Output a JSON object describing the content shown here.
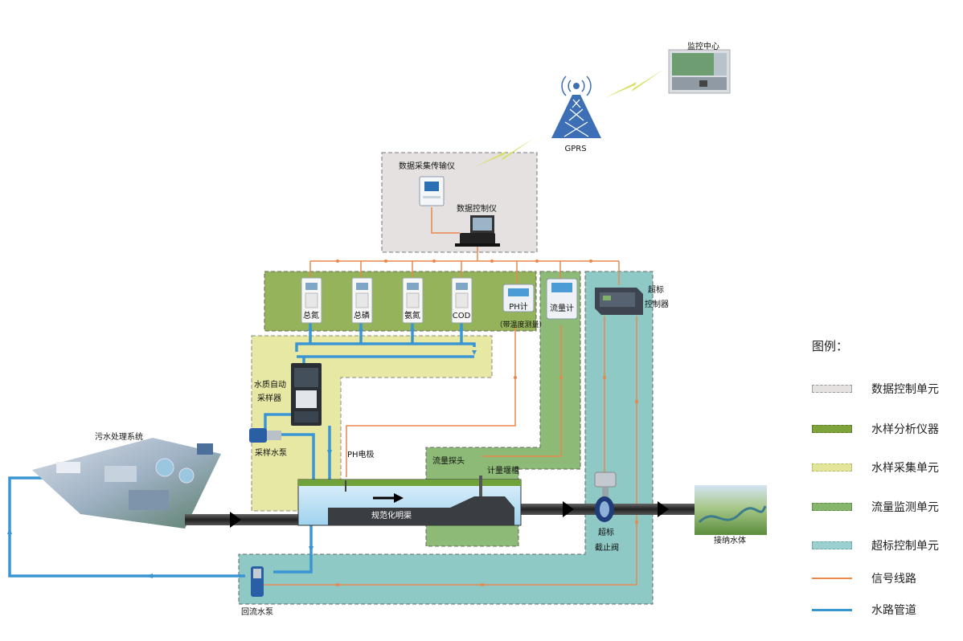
{
  "labels": {
    "monitor_center": "监控中心",
    "gprs": "GPRS",
    "data_transmitter": "数据采集传输仪",
    "data_controller": "数据控制仪",
    "tn": "总氮",
    "tp": "总磷",
    "nh3n": "氨氮",
    "cod": "COD",
    "ph_meter": "PH计",
    "ph_meter_note": "（带温度测量）",
    "flow_meter": "流量计",
    "overlimit_controller_1": "超标",
    "overlimit_controller_2": "控制器",
    "sampler_1": "水质自动",
    "sampler_2": "采样器",
    "sampling_pump": "采样水泵",
    "sewage_system": "污水处理系统",
    "ph_electrode": "PH电极",
    "flow_probe": "流量探头",
    "weir": "计量堰槽",
    "channel": "规范化明渠",
    "valve_1": "超标",
    "valve_2": "截止阀",
    "receiving_water": "接纳水体",
    "return_pump": "回流水泵"
  },
  "legend": {
    "title": "图例：",
    "items": [
      {
        "label": "数据控制单元",
        "color": "#e6e1e1"
      },
      {
        "label": "水样分析仪器",
        "color": "#7ea33a"
      },
      {
        "label": "水样采集单元",
        "color": "#e3e59b"
      },
      {
        "label": "流量监测单元",
        "color": "#86b56c"
      },
      {
        "label": "超标控制单元",
        "color": "#9ccfcf"
      },
      {
        "label": "信号线路",
        "color": "#e8884b"
      },
      {
        "label": "水路管道",
        "color": "#3a95d3"
      }
    ]
  },
  "colors": {
    "signal": "#e8884b",
    "water": "#3a95d3",
    "data_unit": "#e6e1e1",
    "analyzer_unit": "#94b35a",
    "sampling_unit": "#e6e8a4",
    "flow_unit": "#8dba76",
    "control_unit": "#8ec9c5",
    "tower": "#3c6fb6",
    "lightning": "#d8e06a"
  }
}
